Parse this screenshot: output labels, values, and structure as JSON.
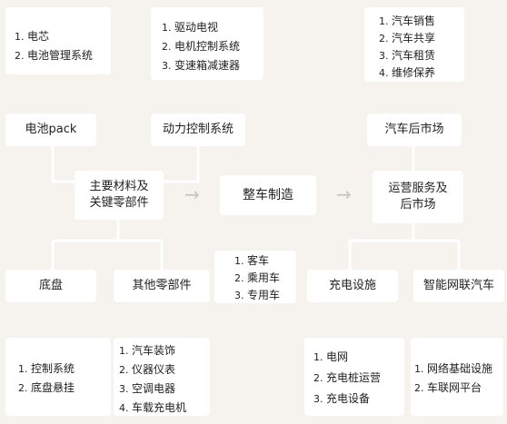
{
  "battery": {
    "items": [
      "电芯",
      "电池管理系统"
    ],
    "label": "电池pack"
  },
  "powertrain": {
    "items": [
      "驱动电视",
      "电机控制系统",
      "变速箱减速器"
    ],
    "label": "动力控制系统"
  },
  "aftermarket": {
    "items": [
      "汽车销售",
      "汽车共享",
      "汽车租赁",
      "维修保养"
    ],
    "label": "汽车后市场"
  },
  "main": {
    "materials": "主要材料及\n关键零部件",
    "manufacturing": "整车制造",
    "services": "运营服务及\n后市场"
  },
  "chassis": {
    "label": "底盘",
    "items": [
      "控制系统",
      "底盘悬挂"
    ]
  },
  "other_parts": {
    "label": "其他零部件",
    "items": [
      "汽车装饰",
      "仪器仪表",
      "空调电器",
      "车载充电机"
    ]
  },
  "vehicle_types": {
    "items": [
      "客车",
      "乘用车",
      "专用车"
    ]
  },
  "charging": {
    "label": "充电设施",
    "items": [
      "电网",
      "充电桩运营",
      "充电设备"
    ]
  },
  "connected": {
    "label": "智能网联汽车",
    "items": [
      "网络基础设施",
      "车联网平台"
    ]
  },
  "colors": {
    "background": "#f6f2ee",
    "box": "#ffffff",
    "line": "#ffffff",
    "arrow": "#c8c4c0"
  }
}
